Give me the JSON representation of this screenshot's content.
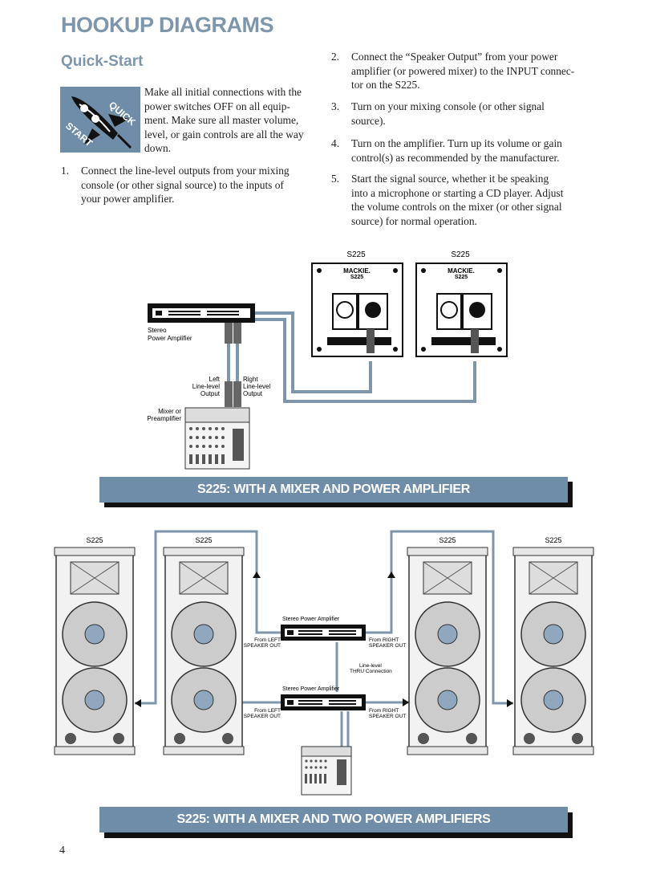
{
  "heading": "HOOKUP DIAGRAMS",
  "subheading": "Quick-Start",
  "quickstart_icon": {
    "word1": "QUICK",
    "word2": "START",
    "icon": "rocket-icon"
  },
  "intro": "Make all initial connections with the power switches OFF on all equipment. Make sure all master volume, level, or gain controls are all the way down.",
  "intro_lines": [
    "Make all initial connections with the",
    "power switches OFF on all equip-",
    "ment. Make sure all master volume,",
    "level, or gain controls are all the way",
    "down."
  ],
  "steps": [
    {
      "num": "1.",
      "lines": [
        "Connect the line-level outputs from your mixing",
        "console (or other signal source) to the inputs of",
        "your power amplifier."
      ]
    },
    {
      "num": "2.",
      "lines": [
        "Connect the “Speaker Output” from your power",
        "amplifier (or powered mixer) to the INPUT connec-",
        "tor on the S225."
      ]
    },
    {
      "num": "3.",
      "lines": [
        "Turn on your mixing console (or other signal",
        "source)."
      ]
    },
    {
      "num": "4.",
      "lines": [
        "Turn on the amplifier. Turn up its volume or gain",
        "control(s) as recommended by the manufacturer."
      ]
    },
    {
      "num": "5.",
      "lines": [
        "Start the signal source, whether it be speaking",
        "into a microphone or starting a CD player. Adjust",
        "the volume controls on the mixer (or other signal",
        "source) for normal operation."
      ]
    }
  ],
  "diagram1": {
    "speaker_label_left": "S225",
    "speaker_label_right": "S225",
    "brand": "MACKIE.",
    "model": "S225",
    "amp_label_1": "Stereo",
    "amp_label_2": "Power Amplifier",
    "left_out_1": "Left",
    "left_out_2": "Line-level",
    "left_out_3": "Output",
    "right_out_1": "Right",
    "right_out_2": "Line-level",
    "right_out_3": "Output",
    "mixer_label_1": "Mixer or",
    "mixer_label_2": "Preamplifier",
    "caption": "S225: WITH A MIXER AND POWER AMPLIFIER"
  },
  "diagram2": {
    "speaker_labels": [
      "S225",
      "S225",
      "S225",
      "S225"
    ],
    "amp_label_top": "Stereo Power Amplifier",
    "amp_label_bottom": "Stereo Power Amplifier",
    "from_left_1": "From LEFT",
    "from_left_2": "SPEAKER OUT",
    "from_right_1": "From RIGHT",
    "from_right_2": "SPEAKER OUT",
    "thru_1": "Line-level",
    "thru_2": "THRU Connection",
    "caption": "S225: WITH A MIXER AND TWO POWER AMPLIFIERS"
  },
  "page_number": "4",
  "colors": {
    "heading": "#7d96ac",
    "banner": "#6f8da8",
    "cable": "#7d96ac"
  }
}
